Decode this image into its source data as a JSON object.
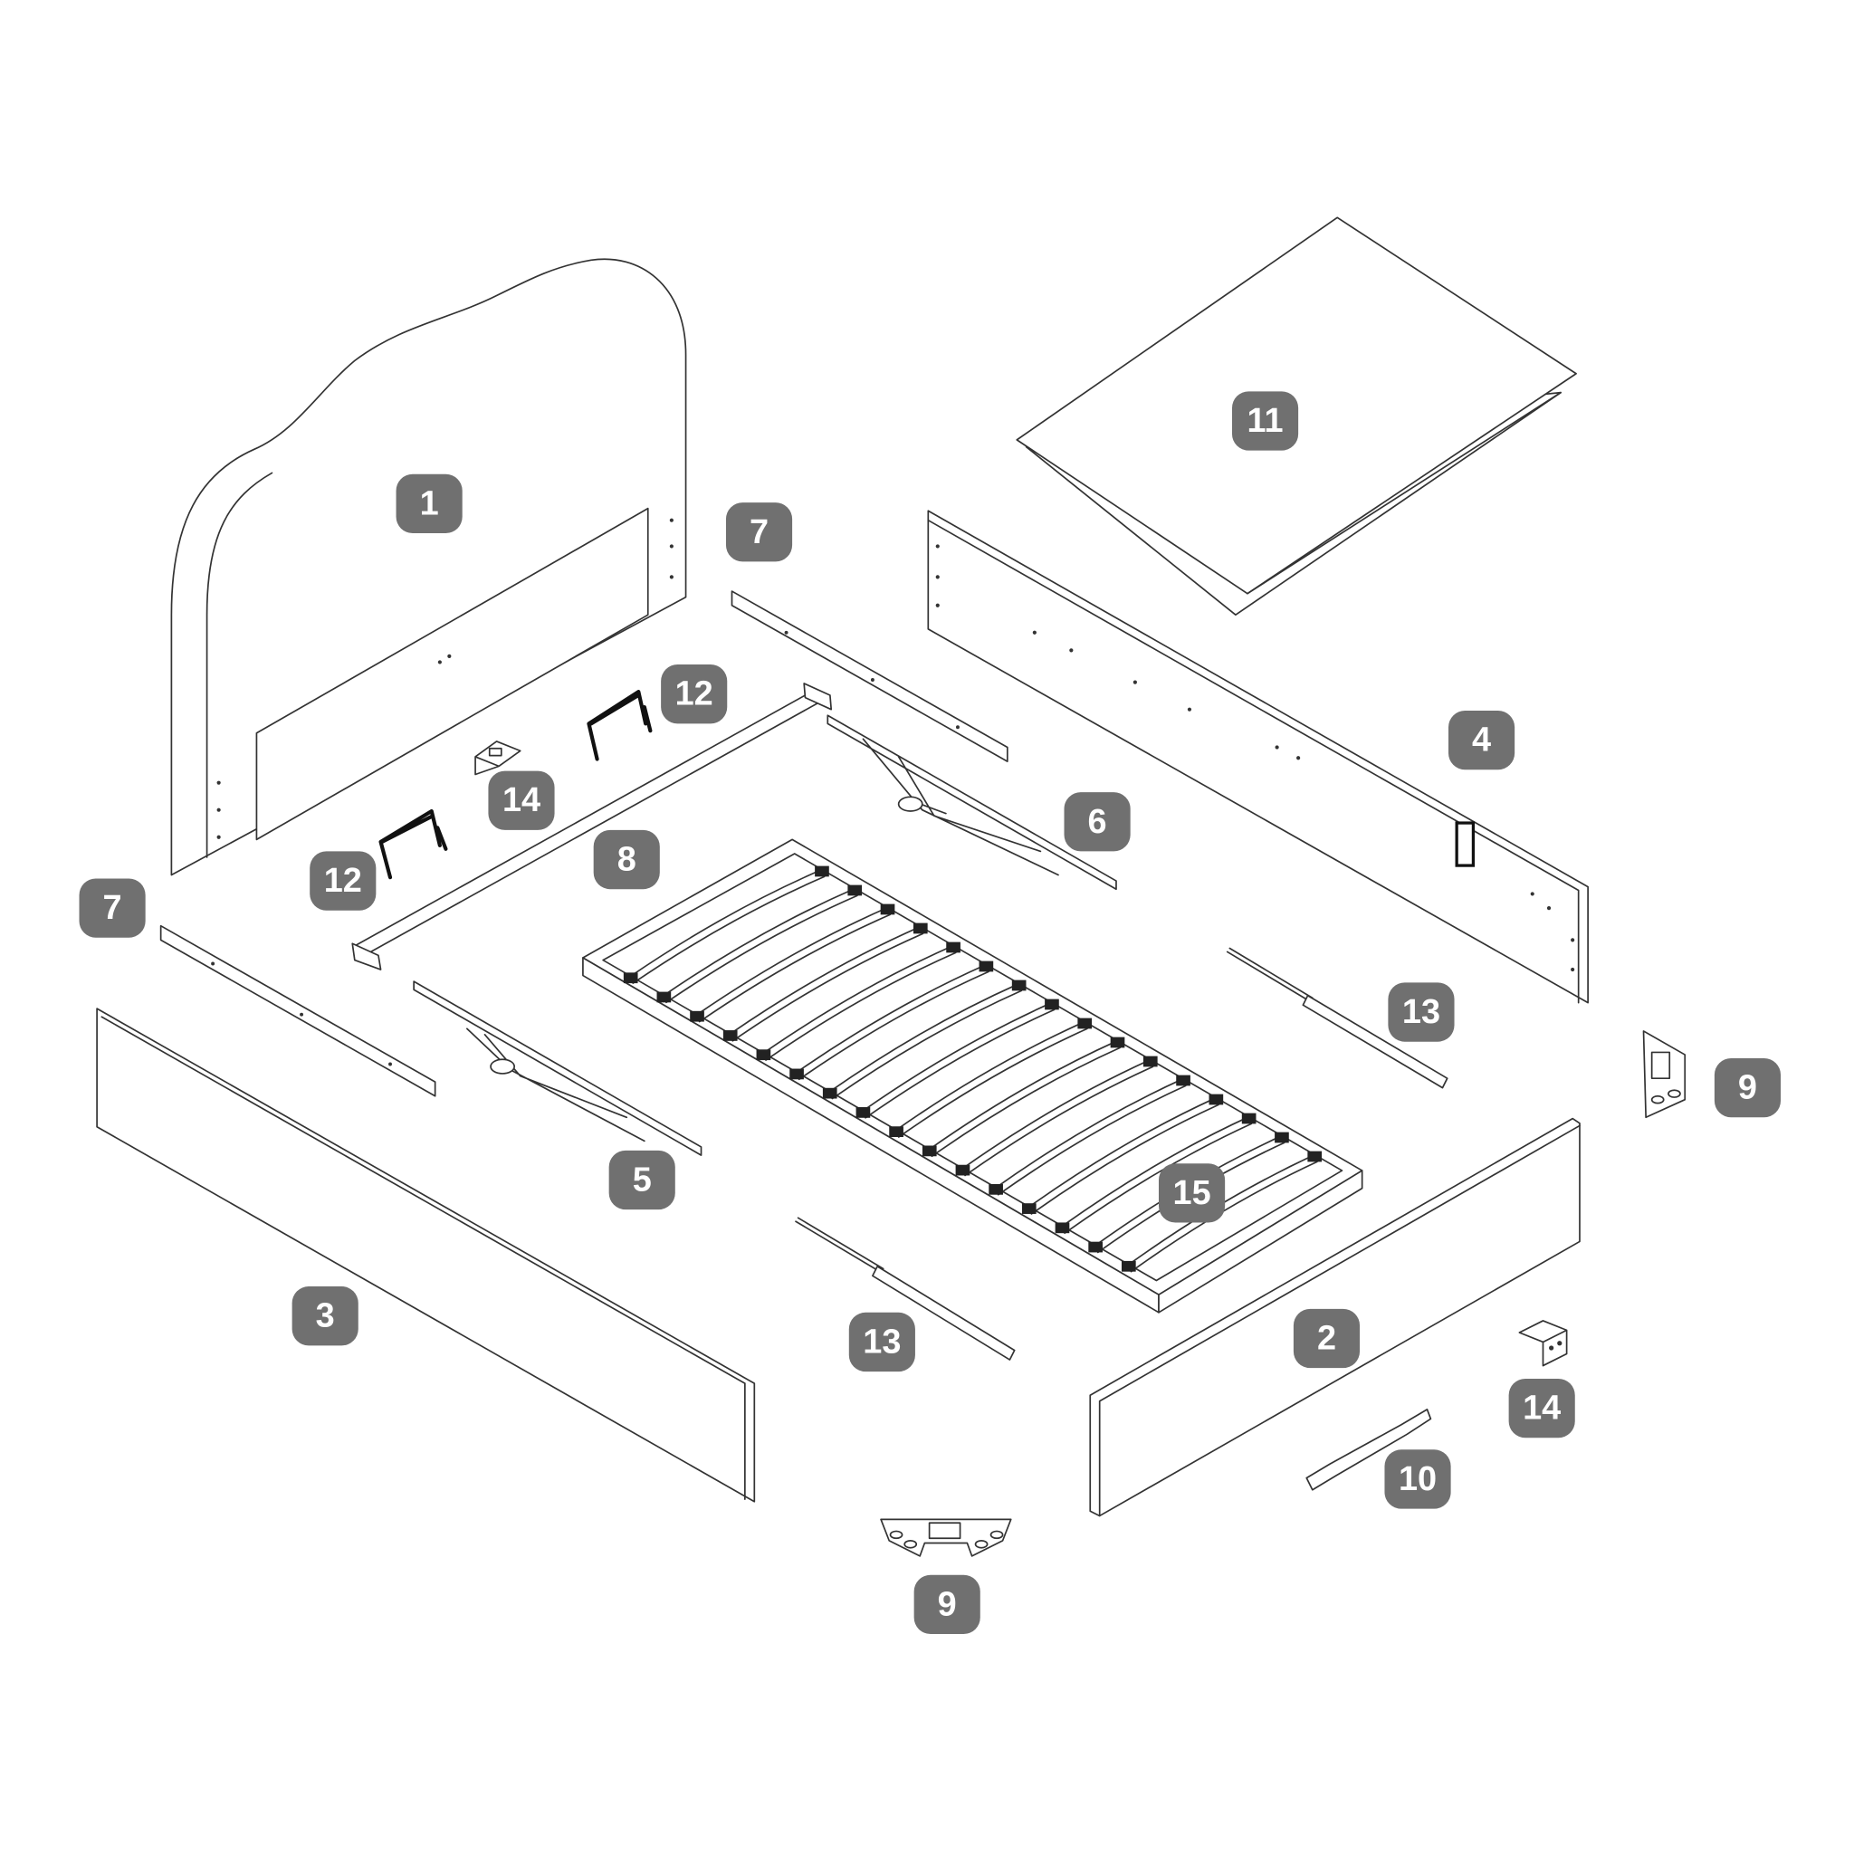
{
  "diagram": {
    "type": "exploded-parts-view",
    "badge_color": "#707070",
    "line_color": "#333333",
    "labels": {
      "headboard": "1",
      "right_side_panel": "2",
      "left_side_panel": "3",
      "footboard_panel": "4",
      "lift_bracket_left": "5",
      "lift_bracket_right": "6",
      "rail_top": "7",
      "rail_left": "7",
      "center_rail": "8",
      "corner_bracket_right": "9",
      "corner_bracket_bottom": "9",
      "strap": "10",
      "manual_sheet": "11",
      "handle_upper": "12",
      "handle_lower": "12",
      "gas_strut_right": "13",
      "gas_strut_left": "13",
      "angle_bracket_upper": "14",
      "angle_bracket_lower": "14",
      "slatted_base": "15"
    }
  }
}
